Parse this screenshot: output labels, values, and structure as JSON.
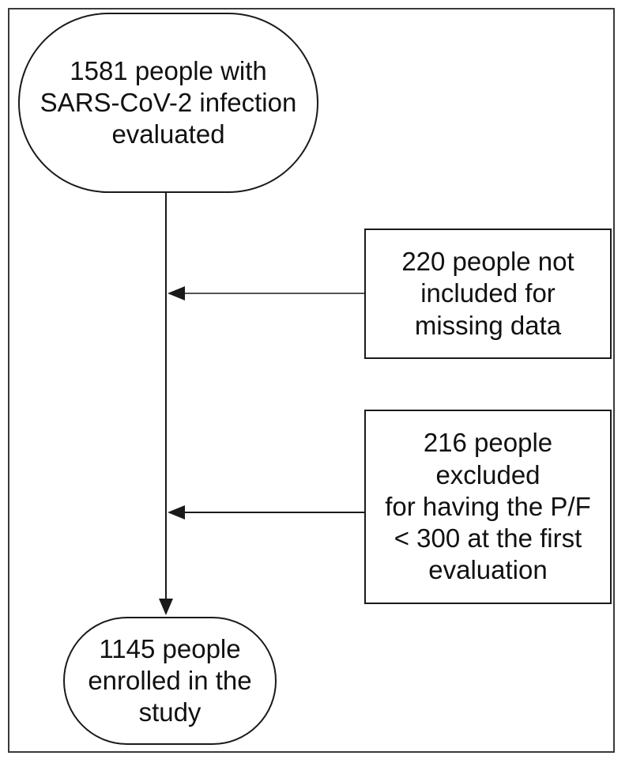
{
  "flowchart": {
    "start_node": {
      "lines": [
        "1581 people with",
        "SARS-CoV-2 infection",
        "evaluated"
      ]
    },
    "exclusion_missing_data": {
      "lines": [
        "220 people not",
        "included for",
        "missing data"
      ]
    },
    "exclusion_pf_ratio": {
      "lines": [
        "216 people",
        "excluded",
        "for having the P/F",
        "< 300 at the first",
        "evaluation"
      ]
    },
    "end_node": {
      "lines": [
        "1145 people",
        "enrolled in the",
        "study"
      ]
    }
  },
  "colors": {
    "stroke": "#1a1a1a",
    "background": "#ffffff"
  }
}
